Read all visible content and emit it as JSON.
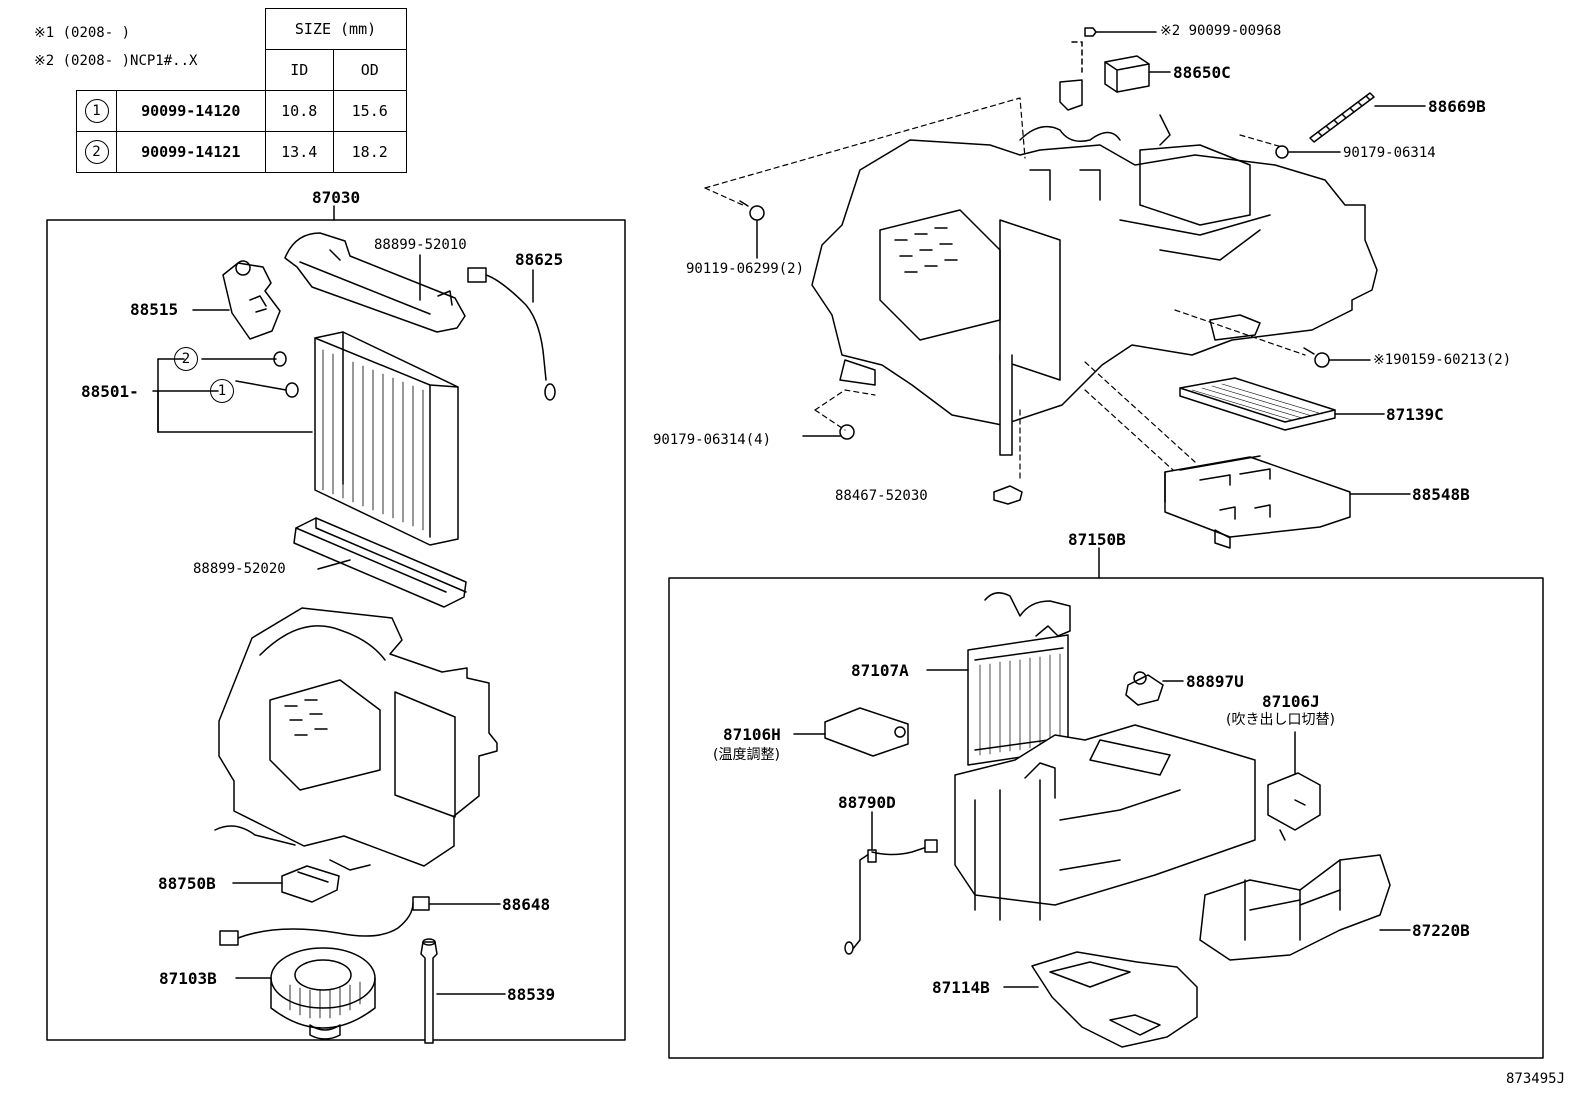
{
  "notes": {
    "note1": "※1 (0208-      )",
    "note2": "※2 (0208-      )NCP1#..X"
  },
  "size_table": {
    "header": "SIZE (mm)",
    "col_id": "ID",
    "col_od": "OD",
    "rows": [
      {
        "mark": "1",
        "part": "90099-14120",
        "id": "10.8",
        "od": "15.6"
      },
      {
        "mark": "2",
        "part": "90099-14121",
        "id": "13.4",
        "od": "18.2"
      }
    ]
  },
  "groups": {
    "left_group": "87030",
    "right_group": "87150B"
  },
  "left_parts": {
    "p88899_52010": "88899-52010",
    "p88625": "88625",
    "p88515": "88515",
    "p88501": "88501-",
    "circle2": "2",
    "circle1": "1",
    "p88899_52020": "88899-52020",
    "p88750B": "88750B",
    "p88648": "88648",
    "p87103B": "87103B",
    "p88539": "88539"
  },
  "top_right_parts": {
    "p90099_00968": "※2 90099-00968",
    "p88650C": "88650C",
    "p88669B": "88669B",
    "p90179_06314_a": "90179-06314",
    "p90119_06299": "90119-06299(2)",
    "p90159_60213": "※190159-60213(2)",
    "p87139C": "87139C",
    "p90179_06314_b": "90179-06314(4)",
    "p88467_52030": "88467-52030",
    "p88548B": "88548B"
  },
  "right_parts": {
    "p87107A": "87107A",
    "p88897U": "88897U",
    "p87106J": "87106J",
    "p87106J_note": "(吹き出し口切替)",
    "p87106H": "87106H",
    "p87106H_note": "(温度調整)",
    "p88790D": "88790D",
    "p87220B": "87220B",
    "p87114B": "87114B"
  },
  "footer": {
    "drawing_code": "873495J"
  }
}
